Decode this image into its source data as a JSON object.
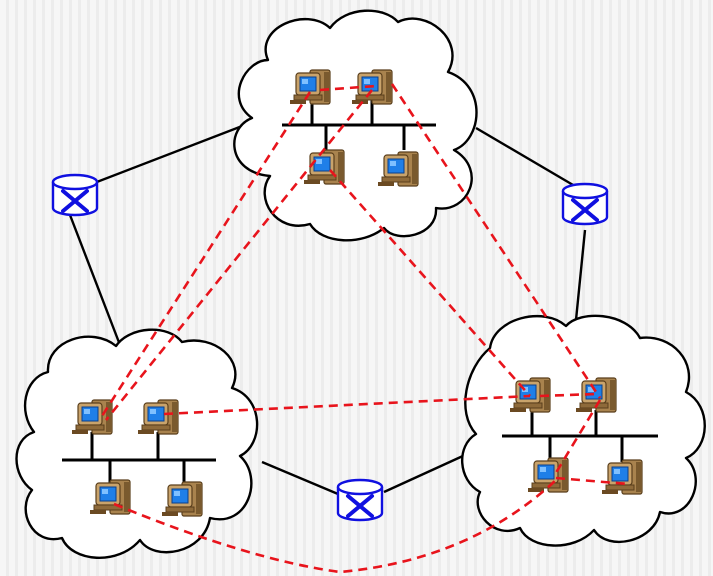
{
  "diagram": {
    "type": "network-overlay",
    "nodes": [
      {
        "id": "cloud-top",
        "kind": "network-cloud"
      },
      {
        "id": "cloud-left",
        "kind": "network-cloud"
      },
      {
        "id": "cloud-right",
        "kind": "network-cloud"
      },
      {
        "id": "router-left",
        "kind": "router",
        "icon": "router-icon"
      },
      {
        "id": "router-right",
        "kind": "router",
        "icon": "router-icon"
      },
      {
        "id": "router-bottom",
        "kind": "router",
        "icon": "router-icon"
      }
    ],
    "physical_links": [
      [
        "cloud-top",
        "router-left"
      ],
      [
        "cloud-top",
        "router-right"
      ],
      [
        "router-left",
        "cloud-left"
      ],
      [
        "router-right",
        "cloud-right"
      ],
      [
        "cloud-left",
        "router-bottom"
      ],
      [
        "router-bottom",
        "cloud-right"
      ]
    ],
    "hosts_per_cloud": 4,
    "host_icon": "computer-icon",
    "colors": {
      "physical_link": "#000000",
      "overlay_link": "#e8141c",
      "router": "#1010e0",
      "router_fill": "#ffffff",
      "cloud_fill": "#ffffff",
      "screen": "#1f7fe8",
      "case": "#a9834e"
    }
  }
}
